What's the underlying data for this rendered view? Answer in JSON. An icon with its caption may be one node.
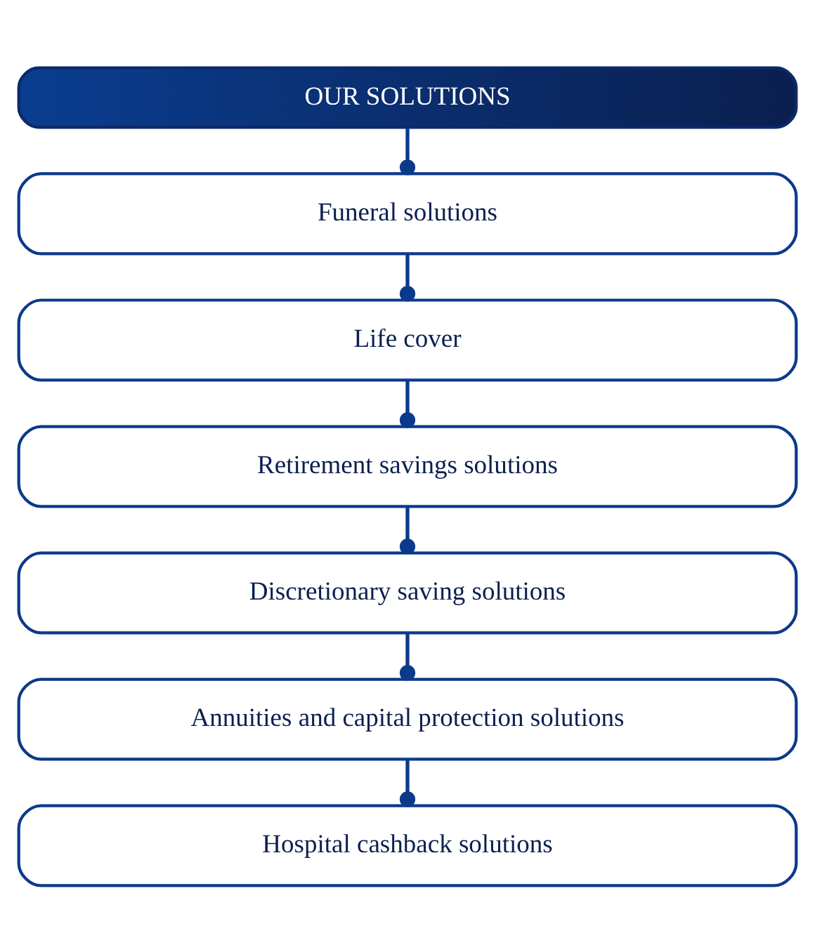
{
  "diagram": {
    "nodes": [
      {
        "text": [
          "OUR SOLUTIONS"
        ]
      },
      {
        "text": [
          "Funeral solutions"
        ]
      },
      {
        "text": [
          "Life cover"
        ]
      },
      {
        "text": [
          "Retirement savings solutions"
        ]
      },
      {
        "text": [
          "Discretionary saving solutions"
        ]
      },
      {
        "text": [
          "Annuities and capital protection solutions"
        ]
      },
      {
        "text": [
          "Hospital cashback solutions"
        ]
      }
    ],
    "edges": [
      {
        "from": 0,
        "to": 1,
        "arrow": "other"
      },
      {
        "from": 1,
        "to": 2,
        "arrow": "other"
      },
      {
        "from": 2,
        "to": 3,
        "arrow": "other"
      },
      {
        "from": 3,
        "to": 4,
        "arrow": "other"
      },
      {
        "from": 4,
        "to": 5,
        "arrow": "other"
      },
      {
        "from": 5,
        "to": 6,
        "arrow": "other"
      }
    ]
  }
}
